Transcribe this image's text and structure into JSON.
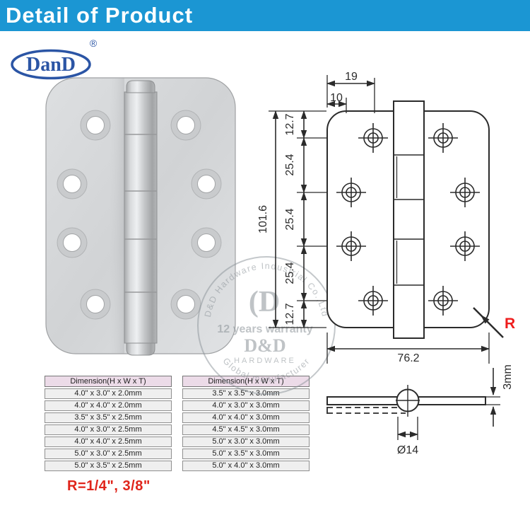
{
  "header": {
    "title": "Detail of Product"
  },
  "brand": {
    "logo_text": "DanD",
    "registered_mark": "®"
  },
  "watermark": {
    "arc_top": "D&D Hardware Industrial Co.,Ltd",
    "arc_bottom": "Global manufacturer",
    "mark": "(D",
    "line1": "12 years warranty",
    "name": "D&D",
    "sub": "HARDWARE"
  },
  "drawing": {
    "top_width_outer": "19",
    "top_width_inner": "10",
    "left_chain": [
      "12.7",
      "25.4",
      "25.4",
      "25.4",
      "12.7"
    ],
    "overall_height": "101.6",
    "overall_width": "76.2",
    "corner_radius_label": "R",
    "pin_diameter": "Ø14",
    "thickness": "3mm"
  },
  "tables": [
    {
      "header": "Dimension(H x W x T)",
      "rows": [
        "4.0\" x 3.0\" x 2.0mm",
        "4.0\" x 4.0\" x 2.0mm",
        "3.5\" x 3.5\" x 2.5mm",
        "4.0\" x 3.0\" x 2.5mm",
        "4.0\" x 4.0\" x 2.5mm",
        "5.0\" x 3.0\" x 2.5mm",
        "5.0\" x 3.5\" x 2.5mm"
      ]
    },
    {
      "header": "Dimension(H x W x T)",
      "rows": [
        "3.5\" x 3.5\" x 3.0mm",
        "4.0\" x 3.0\" x 3.0mm",
        "4.0\" x 4.0\" x 3.0mm",
        "4.5\" x 4.5\" x 3.0mm",
        "5.0\" x 3.0\" x 3.0mm",
        "5.0\" x 3.5\" x 3.0mm",
        "5.0\" x 4.0\" x 3.0mm"
      ]
    }
  ],
  "note": {
    "radius_note": "R=1/4\", 3/8\""
  },
  "colors": {
    "header_blue": "#1b96d3",
    "brand_blue": "#2b55a5",
    "note_red": "#e0251b",
    "table_header_pink": "#ecdbe8",
    "drawing_line": "#2b2b2b"
  }
}
